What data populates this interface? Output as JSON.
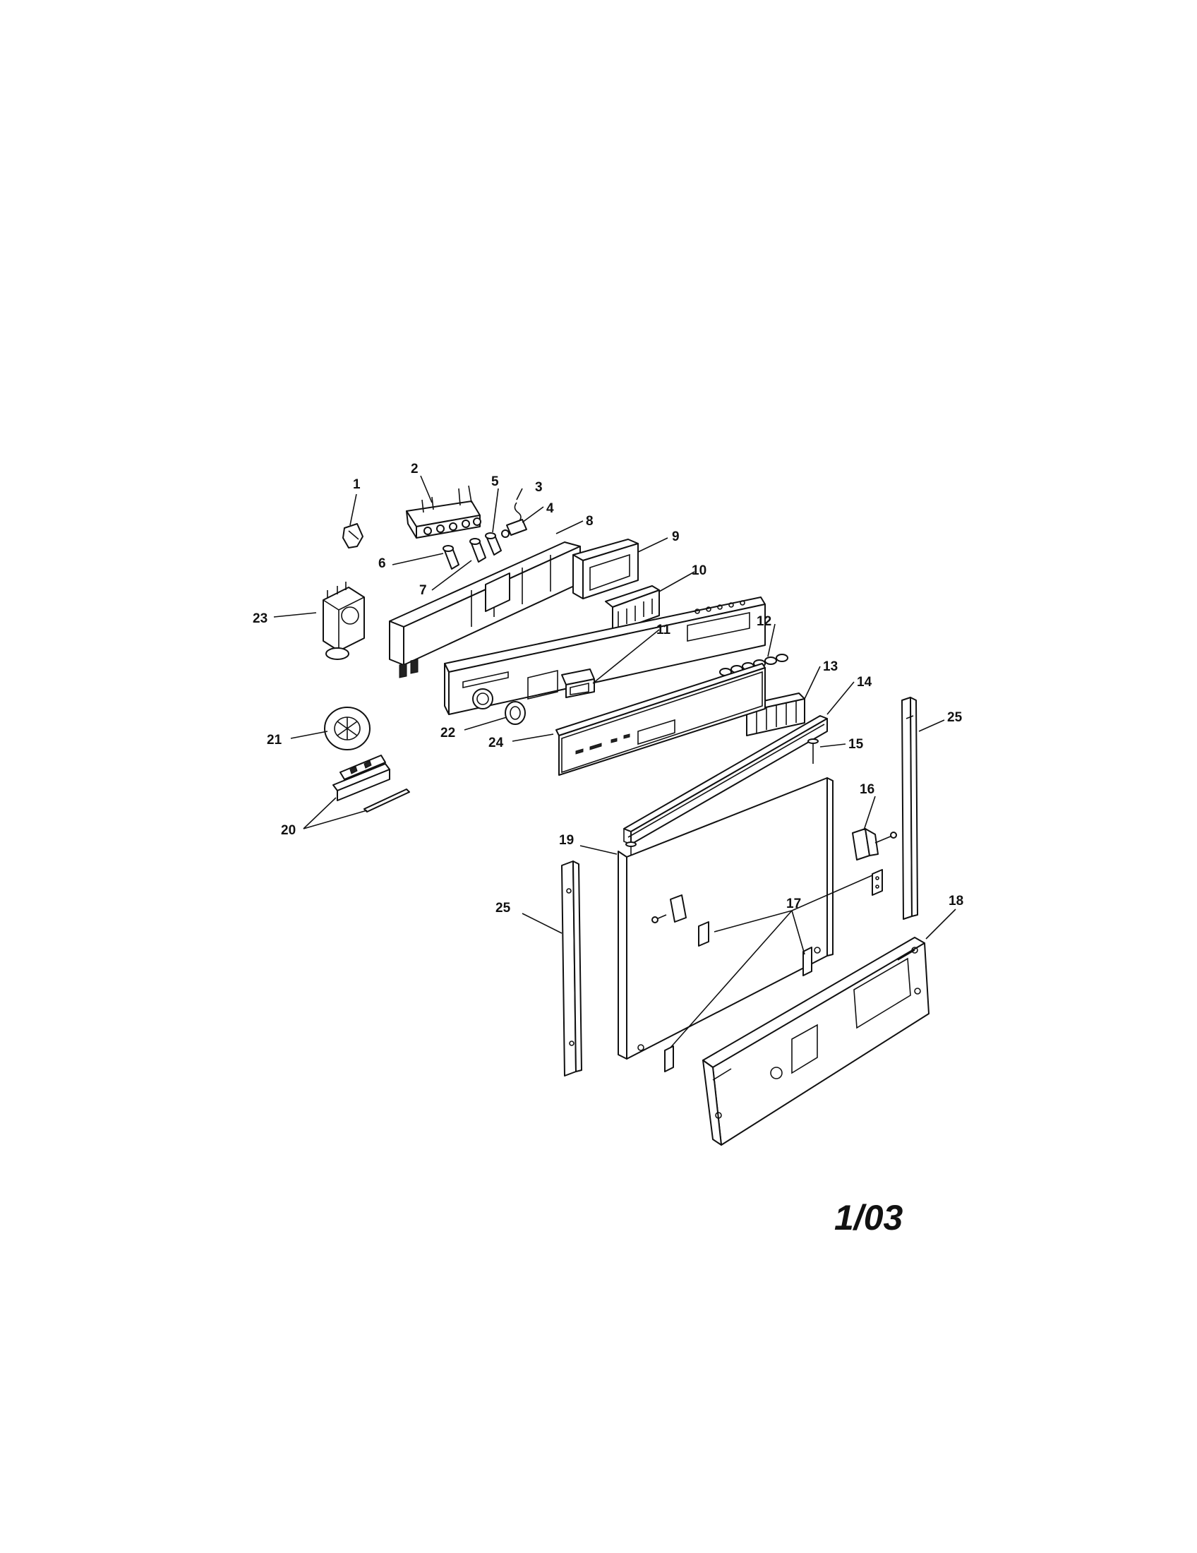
{
  "callouts": {
    "c1": "1",
    "c2": "2",
    "c3": "3",
    "c4": "4",
    "c5": "5",
    "c6": "6",
    "c7": "7",
    "c8": "8",
    "c9": "9",
    "c10": "10",
    "c11": "11",
    "c12": "12",
    "c13": "13",
    "c14": "14",
    "c15": "15",
    "c16": "16",
    "c17": "17",
    "c18": "18",
    "c19": "19",
    "c20": "20",
    "c21": "21",
    "c22": "22",
    "c23": "23",
    "c24": "24",
    "c25a": "25",
    "c25b": "25"
  },
  "revision": "1/03",
  "colors": {
    "ink": "#111111",
    "paper": "#ffffff"
  }
}
